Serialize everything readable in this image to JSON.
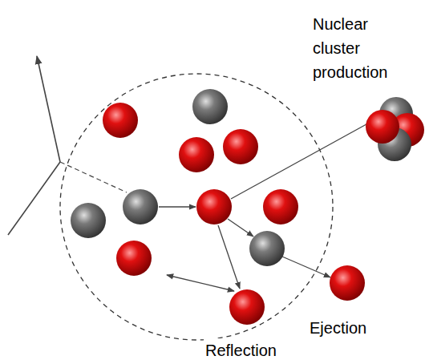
{
  "diagram": {
    "labels": [
      "Nuclear cluster production",
      "Ejection",
      "Reflection"
    ]
  }
}
